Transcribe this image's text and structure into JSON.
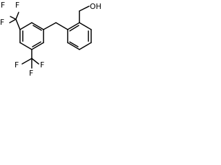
{
  "molecule": {
    "group_top": {
      "f1": "F",
      "f2": "F",
      "f3": "F"
    },
    "group_bottom": {
      "f1": "F",
      "f2": "F",
      "f3": "F"
    },
    "hydroxyl": "OH"
  }
}
